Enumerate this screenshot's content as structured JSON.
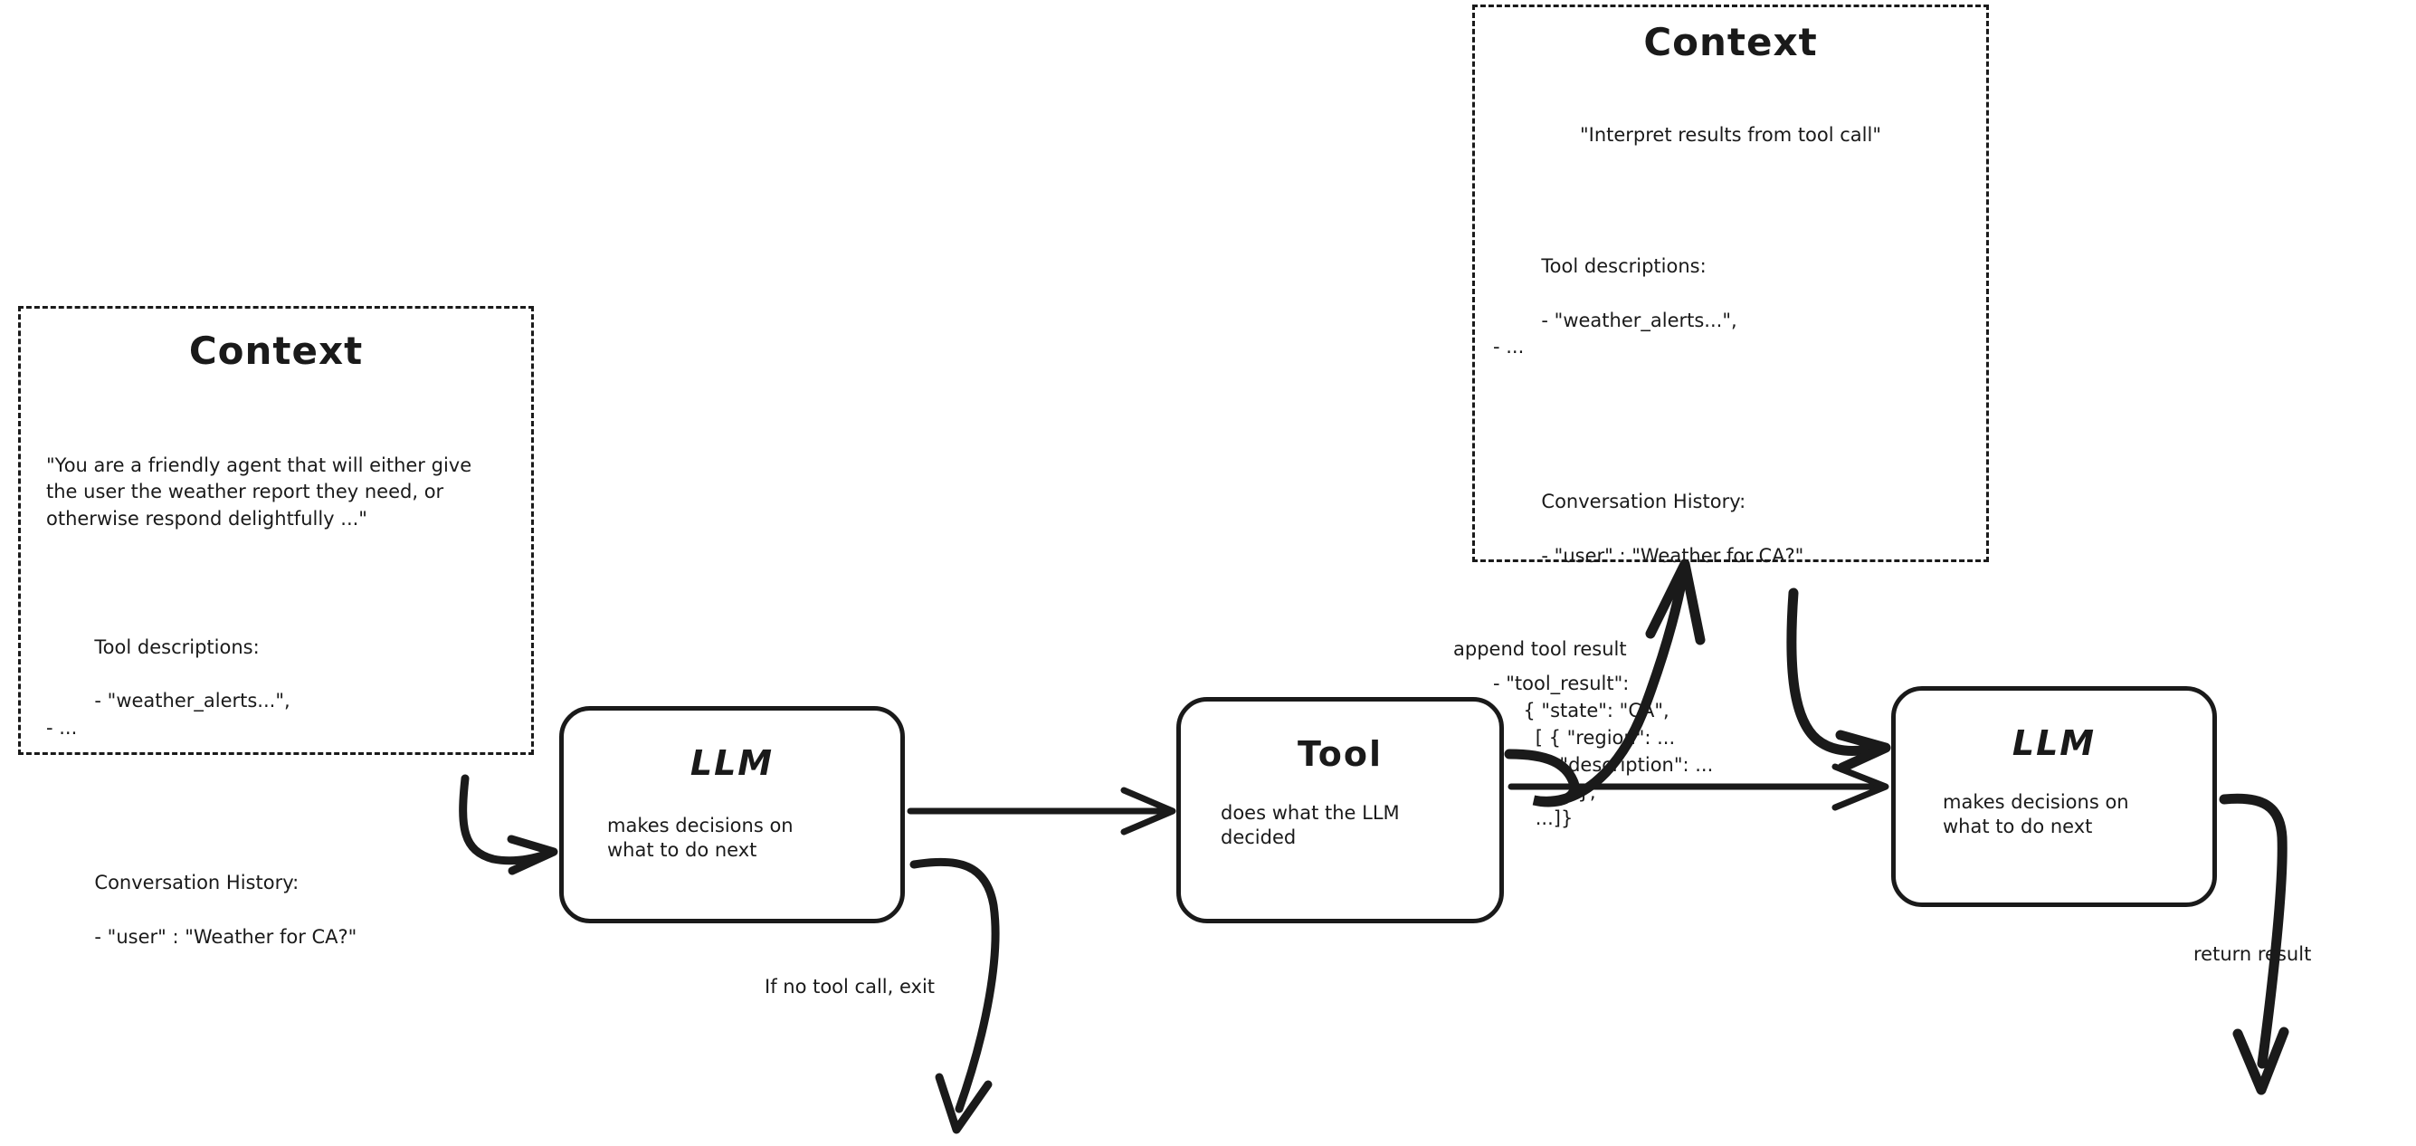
{
  "diagram": {
    "title": "Agent loop: context, LLM, tool",
    "background_color": "#ffffff",
    "stroke_color": "#1a1a1a"
  },
  "context_left": {
    "title": "Context",
    "system_prompt": "\"You are a friendly agent that will either give the user the weather report they need, or otherwise respond delightfully ...\"",
    "tool_descriptions_heading": "Tool descriptions:",
    "tool_descriptions_items": "- \"weather_alerts...\",\n- ...",
    "conversation_heading": "Conversation History:",
    "conversation_items": "- \"user\" : \"Weather for CA?\""
  },
  "context_right": {
    "title": "Context",
    "system_prompt": "\"Interpret results from tool call\"",
    "tool_descriptions_heading": "Tool descriptions:",
    "tool_descriptions_items": "- \"weather_alerts...\",\n- ...",
    "conversation_heading": "Conversation History:",
    "conversation_user": "- \"user\" : \"Weather for CA?\"",
    "conversation_tool_result": "- \"tool_result\":\n     { \"state\": \"CA\",\n       [ { \"region\": ...\n           \"description\": ...\n          ... },\n       ...]}"
  },
  "nodes": {
    "llm_1": {
      "title": "LLM",
      "subtitle": "makes decisions on\nwhat to do next"
    },
    "tool": {
      "title": "Tool",
      "subtitle": "does what the LLM\ndecided"
    },
    "llm_2": {
      "title": "LLM",
      "subtitle": "makes decisions on\nwhat to do next"
    }
  },
  "edges": {
    "context_to_llm1": "",
    "llm1_to_tool": "",
    "llm1_exit": "If no tool call, exit",
    "tool_append": "append tool result",
    "context2_to_llm2": "",
    "tool_to_llm2": "",
    "llm2_return": "return result"
  }
}
